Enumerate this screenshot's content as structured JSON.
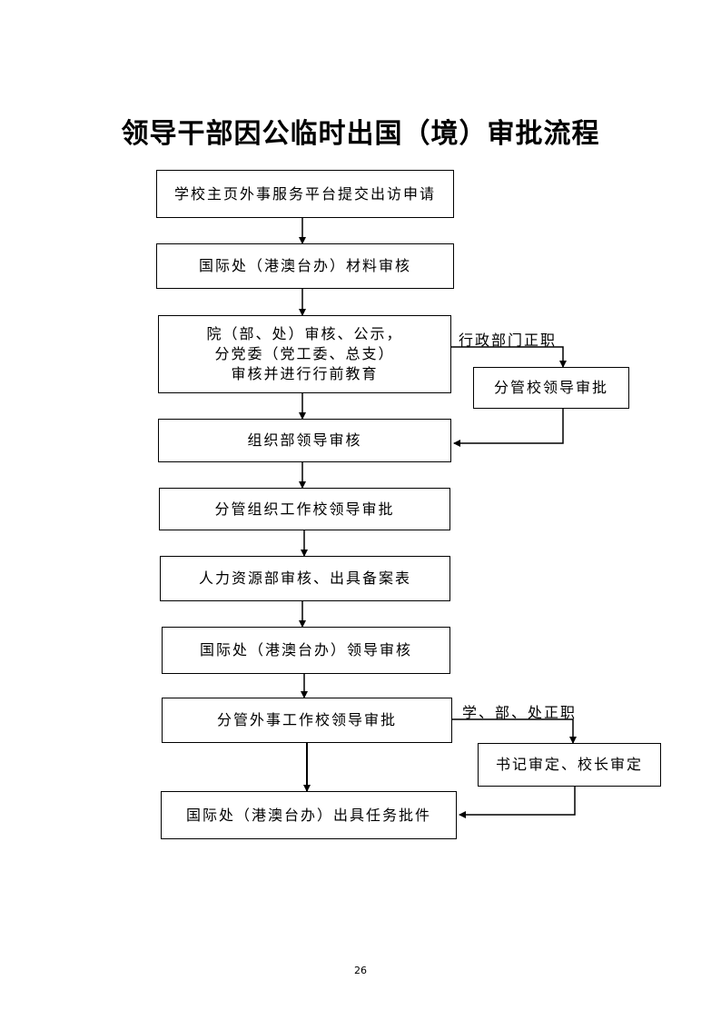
{
  "title": "领导干部因公临时出国（境）审批流程",
  "steps": {
    "s1": "学校主页外事服务平台提交出访申请",
    "s2": "国际处（港澳台办）材料审核",
    "s3": [
      "院（部、处）审核、公示，",
      "分党委（党工委、总支）",
      "审核并进行行前教育"
    ],
    "s4": "组织部领导审核",
    "s5": "分管组织工作校领导审批",
    "s6": "人力资源部审核、出具备案表",
    "s7": "国际处（港澳台办）领导审核",
    "s8": "分管外事工作校领导审批",
    "s9": "国际处（港澳台办）出具任务批件"
  },
  "side": {
    "a_label": "行政部门正职",
    "a_box": "分管校领导审批",
    "b_label": "学、部、处正职",
    "b_box": "书记审定、校长审定"
  },
  "page_number": "26"
}
